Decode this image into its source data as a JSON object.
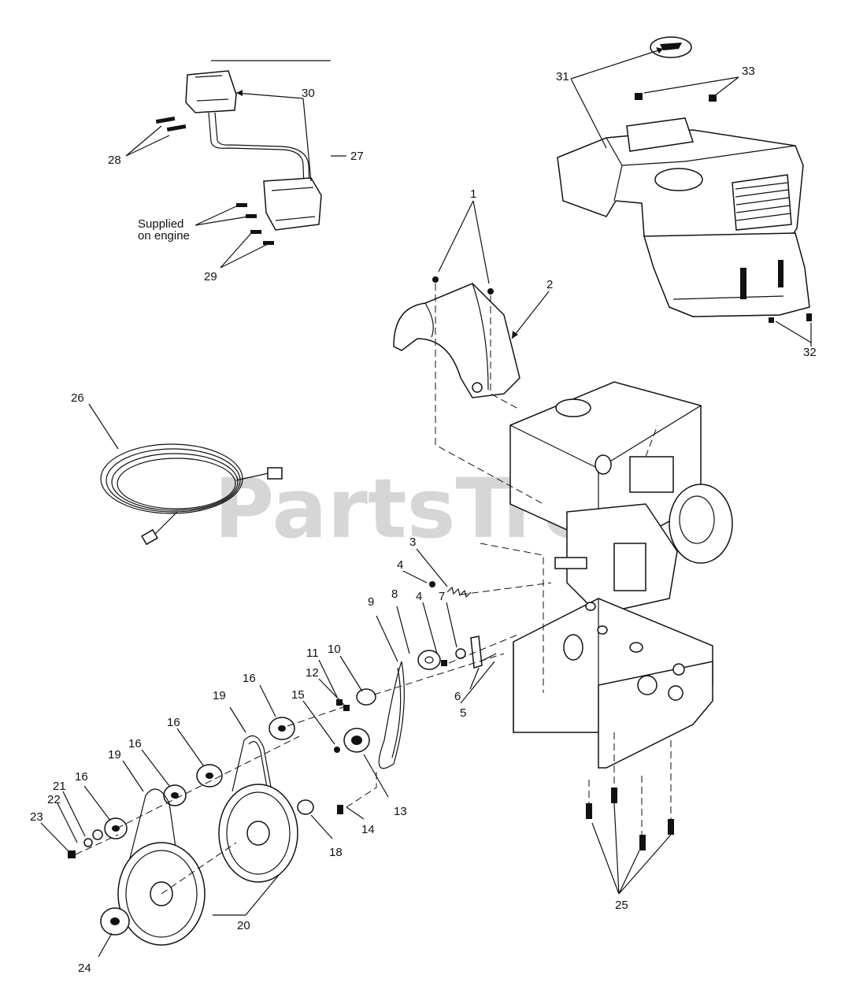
{
  "watermark": "PartsTree",
  "note": {
    "line1": "Supplied",
    "line2": "on engine"
  },
  "callouts": {
    "c1": "1",
    "c2": "2",
    "c3": "3",
    "c4a": "4",
    "c4b": "4",
    "c5": "5",
    "c6": "6",
    "c7": "7",
    "c8": "8",
    "c9": "9",
    "c10": "10",
    "c11": "11",
    "c12": "12",
    "c13": "13",
    "c14": "14",
    "c15": "15",
    "c16a": "16",
    "c16b": "16",
    "c16c": "16",
    "c16d": "16",
    "c18": "18",
    "c19a": "19",
    "c19b": "19",
    "c20": "20",
    "c21": "21",
    "c22": "22",
    "c23": "23",
    "c24": "24",
    "c25": "25",
    "c26": "26",
    "c27": "27",
    "c28": "28",
    "c29": "29",
    "c30": "30",
    "c31": "31",
    "c32": "32",
    "c33": "33"
  }
}
